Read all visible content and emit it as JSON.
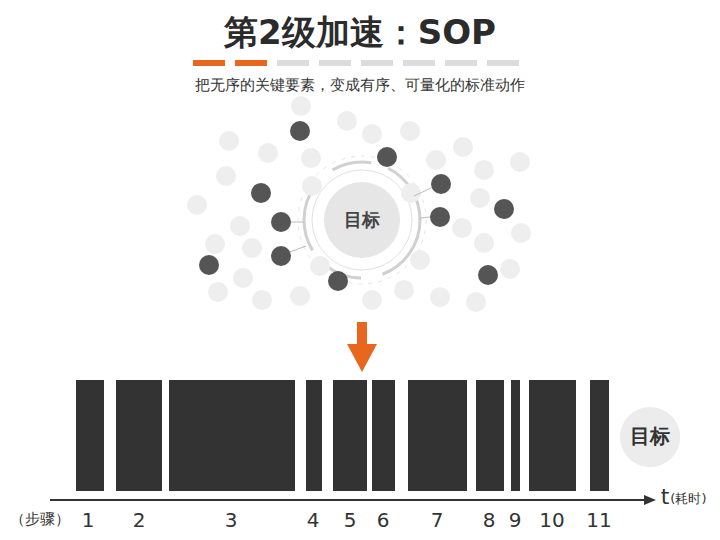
{
  "diagram": {
    "title": "第2级加速：SOP",
    "caption": "把无序的关键要素，变成有序、可量化的标准动作",
    "nodes": [
      {
        "text": [
          "目标"
        ]
      },
      {
        "text": [
          "目标"
        ]
      }
    ],
    "labels": [
      "（步骤）",
      "1",
      "2",
      "3",
      "4",
      "5",
      "6",
      "7",
      "8",
      "9",
      "10",
      "11",
      "t",
      "(耗时)"
    ]
  }
}
